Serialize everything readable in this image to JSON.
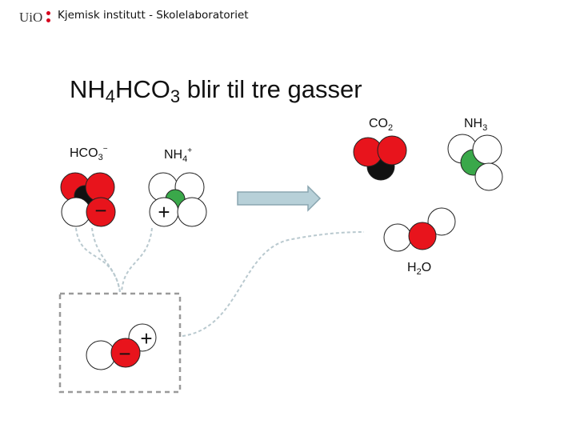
{
  "header": {
    "logo_text": "UiO",
    "title": "Kjemisk institutt - Skolelaboratoriet"
  },
  "slide": {
    "title_parts": [
      "NH",
      "4",
      "HCO",
      "3",
      " blir til tre gasser"
    ]
  },
  "labels": {
    "hco3": {
      "base": "HCO",
      "sub": "3",
      "sup": "−"
    },
    "nh4": {
      "base": "NH",
      "sub": "4",
      "sup": "+"
    },
    "co2": {
      "base": "CO",
      "sub": "2"
    },
    "nh3": {
      "base": "NH",
      "sub": "3"
    },
    "h2o": {
      "base": "H",
      "sub": "2",
      "rest": "O"
    }
  },
  "charges": {
    "minus": "−",
    "plus": "+"
  },
  "colors": {
    "oxygen": "#e8141c",
    "carbon": "#111111",
    "hydrogen": "#ffffff",
    "nitrogen": "#3aa84a",
    "arrow_fill": "#b7d0d8",
    "dashed": "#b9c9cf",
    "box_border": "#9a9a9a"
  }
}
